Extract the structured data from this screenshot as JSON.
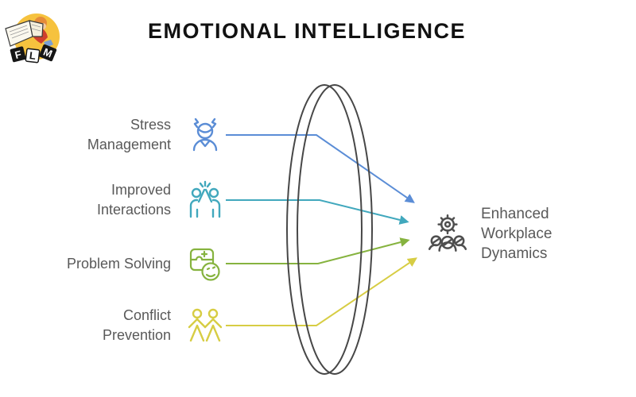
{
  "page": {
    "title": "EMOTIONAL INTELLIGENCE"
  },
  "logo": {
    "letters": [
      "F",
      "L",
      "M"
    ]
  },
  "colors": {
    "title": "#111111",
    "label": "#595959",
    "line_blue": "#5b8dd6",
    "line_teal": "#41a8bd",
    "line_green": "#86b33f",
    "line_yellow": "#d7cd44",
    "output_icon": "#4f4f4f",
    "lens_stroke": "#474747",
    "logo_yellow": "#f6c23e",
    "logo_tile_black": "#161616",
    "logo_tile_white": "#fdfdfd"
  },
  "inputs": [
    {
      "id": "stress-management",
      "lines": [
        "Stress",
        "Management"
      ],
      "icon": "stressed-person-icon"
    },
    {
      "id": "improved-interactions",
      "lines": [
        "Improved",
        "Interactions"
      ],
      "icon": "high-five-icon"
    },
    {
      "id": "problem-solving",
      "lines": [
        "Problem Solving"
      ],
      "icon": "puzzle-smiley-icon"
    },
    {
      "id": "conflict-prevention",
      "lines": [
        "Conflict",
        "Prevention"
      ],
      "icon": "people-holding-hands-icon"
    }
  ],
  "lens": {
    "shape": "convex-lens"
  },
  "output": {
    "lines": [
      "Enhanced",
      "Workplace",
      "Dynamics"
    ],
    "icon": "gear-team-icon"
  }
}
